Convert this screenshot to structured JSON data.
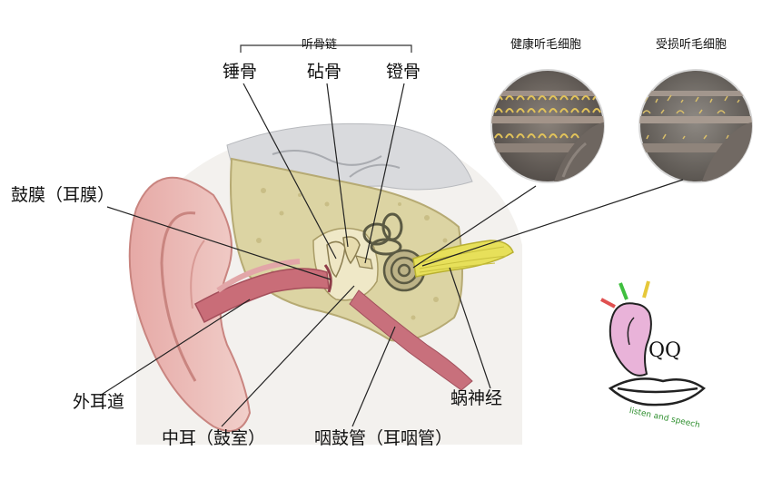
{
  "labels": {
    "ossicles_group": "听骨链",
    "malleus": "锤骨",
    "incus": "砧骨",
    "stapes": "镫骨",
    "healthy_cells": "健康听毛细胞",
    "damaged_cells": "受损听毛细胞",
    "eardrum": "鼓膜（耳膜）",
    "outer_canal": "外耳道",
    "middle_ear": "中耳（鼓室）",
    "eustachian_tube": "咽鼓管（耳咽管）",
    "cochlear_nerve": "蜗神经"
  },
  "logo": {
    "letters": "QQ",
    "tagline": "listen and speech"
  },
  "colors": {
    "skin": "#e9b8b3",
    "skin_dark": "#c98580",
    "bone": "#d9d2a6",
    "bone_dark": "#b9ae79",
    "canal": "#c96d78",
    "nerve": "#e7e05a",
    "brain": "#d6d8dc",
    "logo_pink": "#e9b3d9"
  }
}
